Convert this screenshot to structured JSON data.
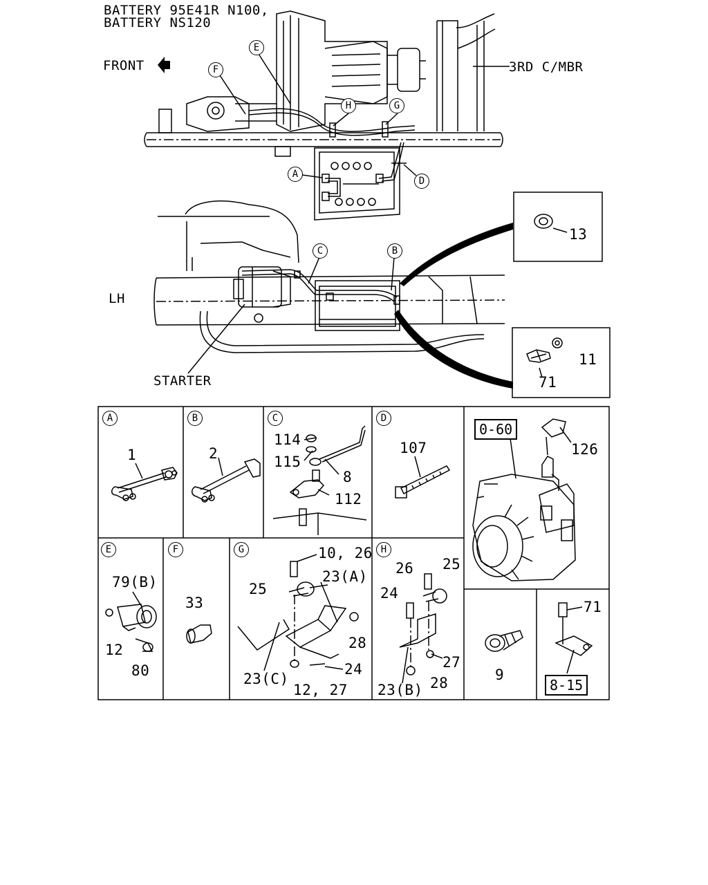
{
  "header": {
    "line1": "BATTERY 95E41R N100,",
    "line2": "BATTERY NS120"
  },
  "labels": {
    "front": "FRONT",
    "third_cmbr": "3RD C/MBR",
    "lh": "LH",
    "starter": "STARTER"
  },
  "callouts": {
    "top_A": "A",
    "top_D": "D",
    "top_E": "E",
    "top_F": "F",
    "top_G": "G",
    "top_H": "H",
    "mid_B": "B",
    "mid_C": "C"
  },
  "detail_parts": {
    "p13": "13",
    "p11": "11",
    "p71": "71"
  },
  "grid": {
    "A": {
      "ref": "A",
      "parts": [
        "1"
      ]
    },
    "B": {
      "ref": "B",
      "parts": [
        "2"
      ]
    },
    "C": {
      "ref": "C",
      "parts": [
        "114",
        "115",
        "8",
        "112"
      ]
    },
    "D": {
      "ref": "D",
      "parts": [
        "107"
      ]
    },
    "alt": {
      "boxref": "0-60",
      "parts": [
        "126"
      ]
    },
    "E": {
      "ref": "E",
      "parts": [
        "79(B)",
        "12",
        "80"
      ]
    },
    "F": {
      "ref": "F",
      "parts": [
        "33"
      ]
    },
    "G": {
      "ref": "G",
      "parts": [
        "10, 26",
        "23(A)",
        "25",
        "28",
        "24",
        "23(C)",
        "12, 27"
      ]
    },
    "H": {
      "ref": "H",
      "parts": [
        "26",
        "25",
        "24",
        "27",
        "23(B)",
        "28"
      ]
    },
    "p9": {
      "parts": [
        "9"
      ]
    },
    "p71": {
      "parts": [
        "71"
      ],
      "boxref": "8-15"
    }
  }
}
